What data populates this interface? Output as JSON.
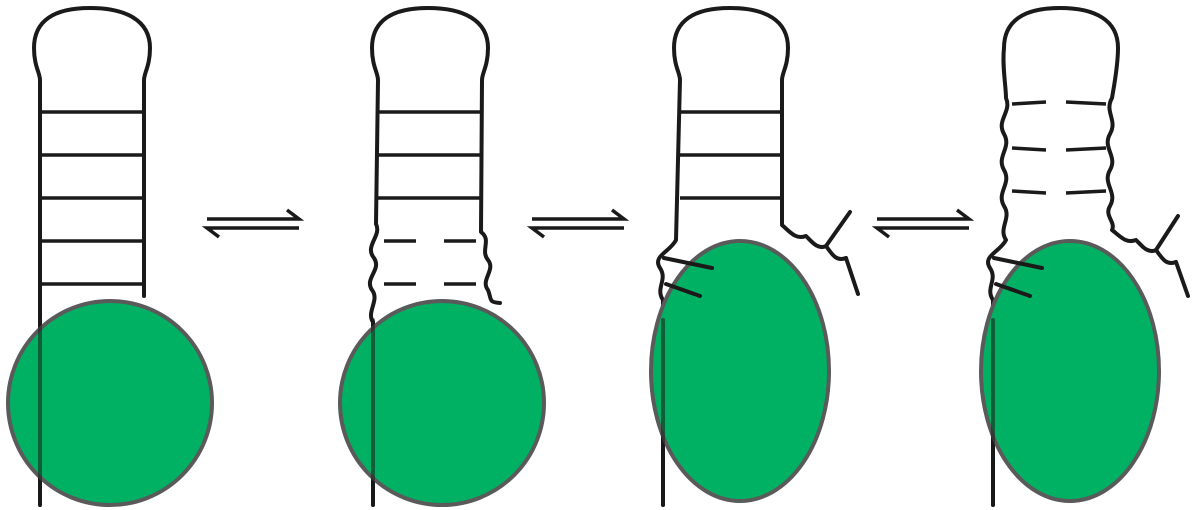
{
  "colors": {
    "protein": "#00b163",
    "protein_outline": "#5a5a5a",
    "strand": "#1a1a1a",
    "background": "#ffffff"
  },
  "states": [
    {
      "id": 1,
      "description_key": "closed-hairpin-with-round-protein"
    },
    {
      "id": 2,
      "description_key": "partially-unpaired-stem-with-round-protein"
    },
    {
      "id": 3,
      "description_key": "hairpin-with-elongated-protein-and-branched-tail"
    },
    {
      "id": 4,
      "description_key": "unpaired-stem-with-elongated-protein-and-branched-tail"
    }
  ],
  "equilibria": [
    {
      "between": [
        1,
        2
      ],
      "icon": "equilibrium-arrows-icon"
    },
    {
      "between": [
        2,
        3
      ],
      "icon": "equilibrium-arrows-icon"
    },
    {
      "between": [
        3,
        4
      ],
      "icon": "equilibrium-arrows-icon"
    }
  ]
}
